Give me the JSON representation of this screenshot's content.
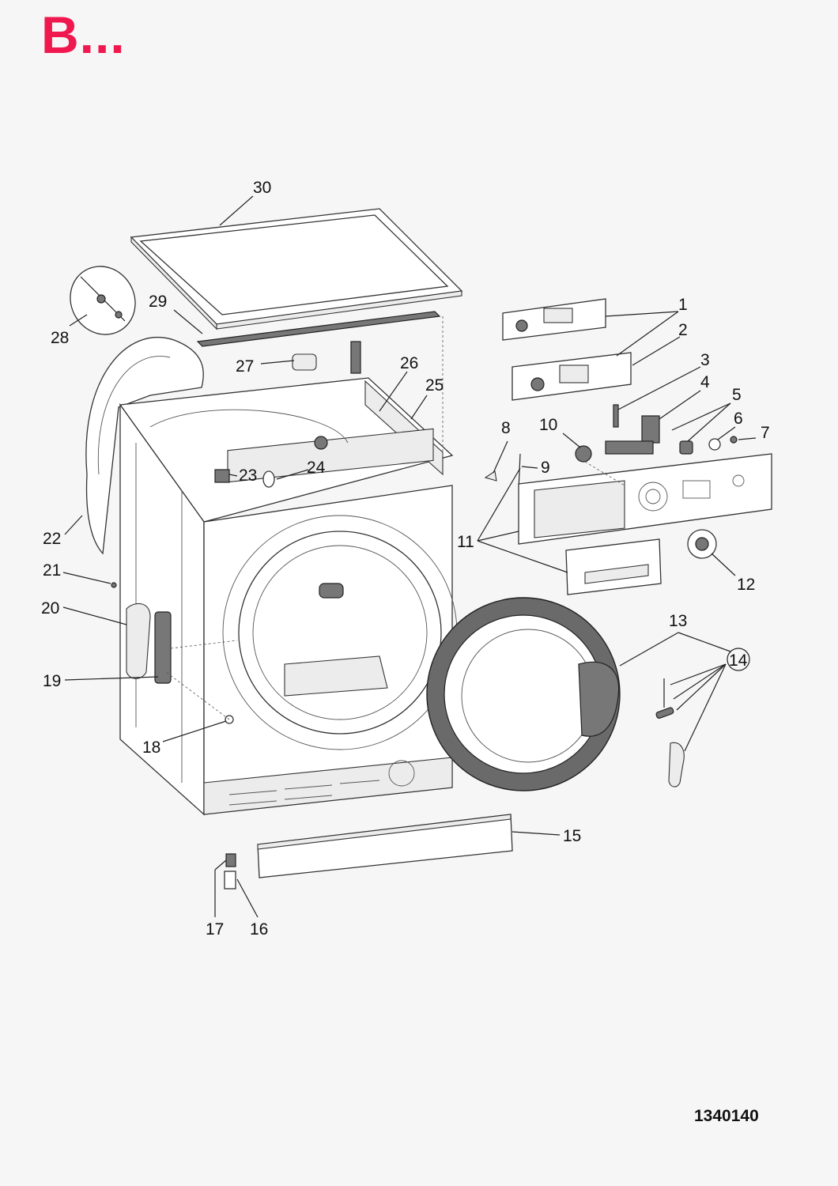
{
  "header": {
    "title": "B...",
    "title_color": "#f0194f"
  },
  "footer": {
    "document_code": "1340140"
  },
  "callouts": [
    "1",
    "2",
    "3",
    "4",
    "5",
    "6",
    "7",
    "8",
    "9",
    "10",
    "11",
    "12",
    "13",
    "14",
    "15",
    "16",
    "17",
    "18",
    "19",
    "20",
    "21",
    "22",
    "23",
    "24",
    "25",
    "26",
    "27",
    "28",
    "29",
    "30"
  ]
}
